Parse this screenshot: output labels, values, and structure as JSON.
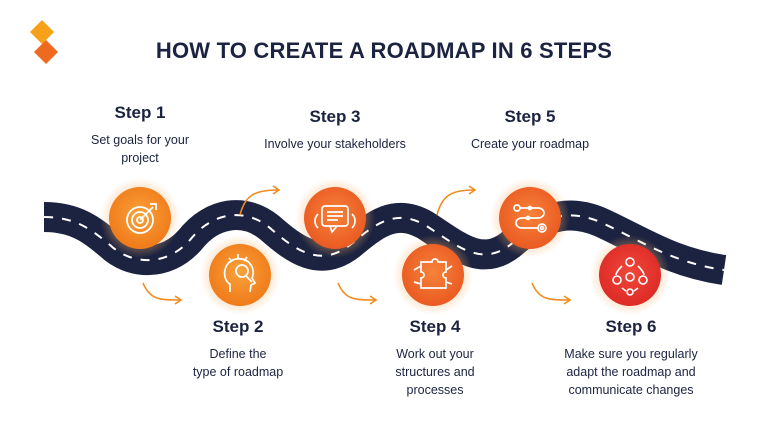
{
  "title": "HOW TO CREATE A ROADMAP IN 6 STEPS",
  "steps": [
    {
      "label": "Step 1",
      "line1": "Set goals for your",
      "line2": "project",
      "icon": "target-icon"
    },
    {
      "label": "Step 2",
      "line1": "Define the",
      "line2": "type of roadmap",
      "icon": "head-search-icon"
    },
    {
      "label": "Step 3",
      "line1": "Involve your stakeholders",
      "line2": "",
      "icon": "chat-bubble-icon"
    },
    {
      "label": "Step 4",
      "line1": "Work out your",
      "line2": "structures and",
      "line3": "processes",
      "icon": "puzzle-icon"
    },
    {
      "label": "Step 5",
      "line1": "Create your roadmap",
      "line2": "",
      "icon": "roadmap-path-icon"
    },
    {
      "label": "Step 6",
      "line1": "Make sure you regularly",
      "line2": "adapt the roadmap and",
      "line3": "communicate changes",
      "icon": "team-cycle-icon"
    }
  ],
  "colors": {
    "road": "#1c2340",
    "road_dash": "#ffffff",
    "accent": "#f28a1e",
    "accent_dark": "#ec5a1c",
    "accent_red": "#e8332a",
    "text": "#1c2340"
  }
}
